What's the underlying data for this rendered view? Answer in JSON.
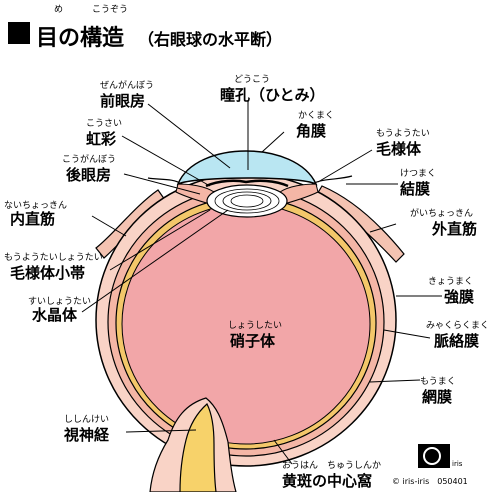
{
  "title": {
    "main": "目の構造",
    "sub": "（右眼球の水平断）",
    "ruby_me": "め",
    "ruby_kouzou": "こうぞう"
  },
  "labels": {
    "zenganbou": {
      "text": "前眼房",
      "ruby": "ぜんがんぼう"
    },
    "doukou": {
      "text": "瞳孔（ひとみ）",
      "ruby": "どうこう"
    },
    "kakumaku": {
      "text": "角膜",
      "ruby": "かくまく"
    },
    "kousai": {
      "text": "虹彩",
      "ruby": "こうさい"
    },
    "mouyoutai": {
      "text": "毛様体",
      "ruby": "もうようたい"
    },
    "kouganbou": {
      "text": "後眼房",
      "ruby": "こうがんぼう"
    },
    "ketsumaku": {
      "text": "結膜",
      "ruby": "けつまく"
    },
    "naichokkin": {
      "text": "内直筋",
      "ruby": "ないちょっきん"
    },
    "gaichokkin": {
      "text": "外直筋",
      "ruby": "がいちょっきん"
    },
    "mouyoutaishoutai": {
      "text": "毛様体小帯",
      "ruby": "もうようたいしょうたい"
    },
    "kyoumaku": {
      "text": "強膜",
      "ruby": "きょうまく"
    },
    "suishoutai": {
      "text": "水晶体",
      "ruby": "すいしょうたい"
    },
    "shoushitai": {
      "text": "硝子体",
      "ruby": "しょうしたい"
    },
    "myakurakumaku": {
      "text": "脈絡膜",
      "ruby": "みゃくらくまく"
    },
    "moumaku": {
      "text": "網膜",
      "ruby": "もうまく"
    },
    "shishinkei": {
      "text": "視神経",
      "ruby": "ししんけい"
    },
    "ouhan": {
      "text": "黄斑の中心窩",
      "ruby": "おうはん　ちゅうしんか"
    }
  },
  "colors": {
    "vitreous": "#f2a6a8",
    "sclera": "#f9d3c6",
    "choroid": "#f4b6a6",
    "retina": "#f3c76a",
    "cornea": "#b9e6f2",
    "nerve": "#f7d26a",
    "muscle": "#f4c3b2"
  },
  "logo": {
    "text": "iris",
    "credit": "© iris-iris　050401"
  }
}
